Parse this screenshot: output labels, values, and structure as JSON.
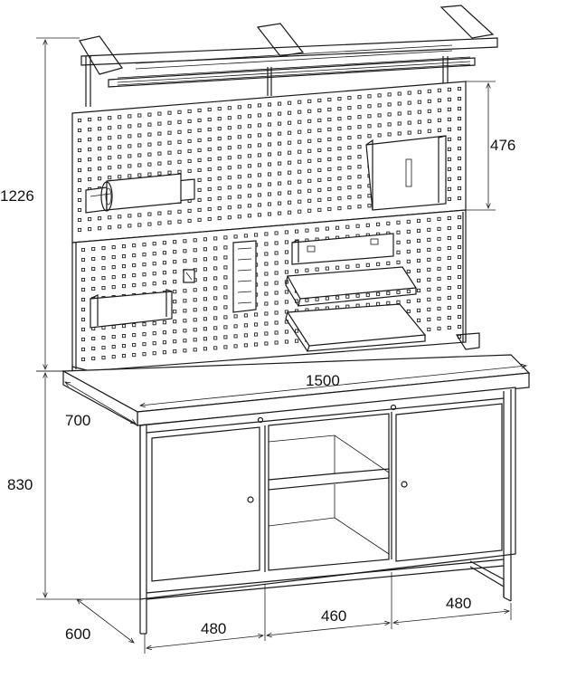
{
  "dimensions": {
    "total_height": "1226",
    "panel_height": "476",
    "bench_width": "1500",
    "top_depth": "700",
    "base_height": "830",
    "base_depth": "600",
    "left_cabinet": "480",
    "middle_section": "460",
    "right_cabinet": "480"
  },
  "colors": {
    "line": "#1a1a1a",
    "background": "#ffffff"
  }
}
